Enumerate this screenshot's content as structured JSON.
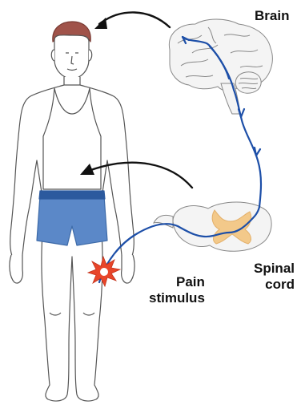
{
  "labels": {
    "brain": "Brain",
    "spinal_line1": "Spinal",
    "spinal_line2": "cord",
    "pain_line1": "Pain",
    "pain_line2": "stimulus"
  },
  "colors": {
    "nerve_pathway": "#1d4fa8",
    "skin_outline": "#555555",
    "hair": "#a0534a",
    "shorts": "#5b88c8",
    "shorts_band": "#2c5a9e",
    "gray_matter": "#f3c98a",
    "stimulus": "#e8452a",
    "arrow": "#111111"
  },
  "icons": {
    "stimulus": "starburst-icon",
    "arrows": "curved-arrow-icon"
  }
}
